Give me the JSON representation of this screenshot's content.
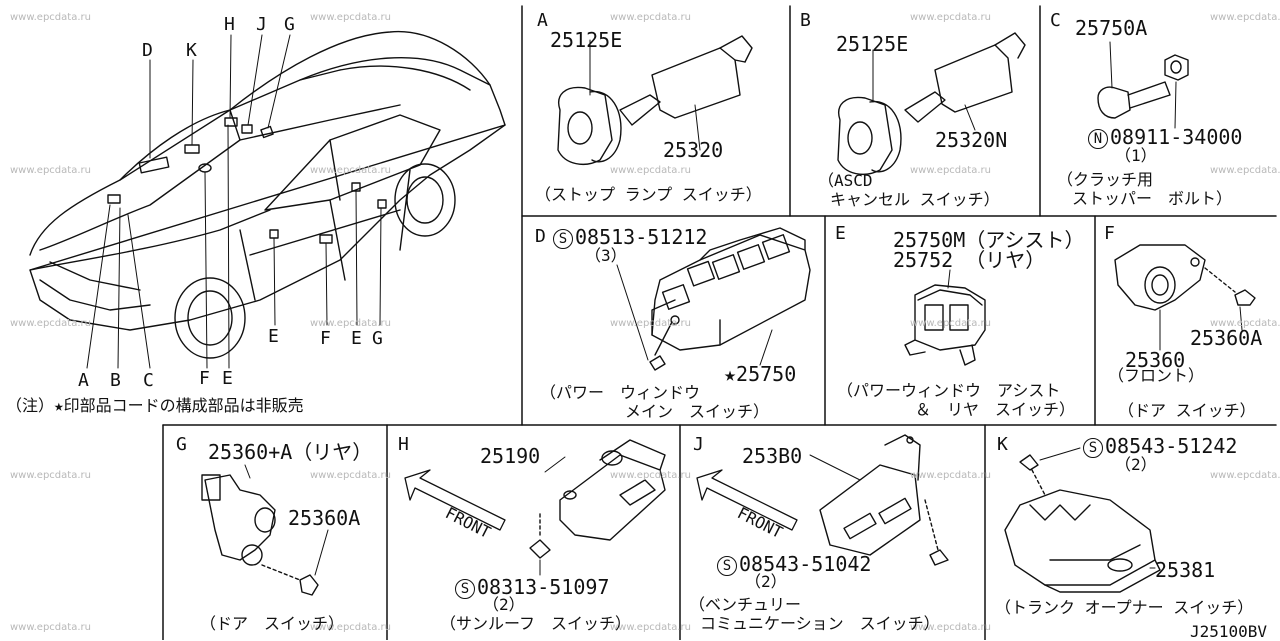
{
  "watermark": "www.epcdata.ru",
  "overview": {
    "callouts": [
      "A",
      "B",
      "C",
      "D",
      "E",
      "E",
      "E",
      "F",
      "F",
      "G",
      "G",
      "H",
      "J",
      "K"
    ],
    "note": "（注）★印部品コードの構成部品は非販売"
  },
  "panels": {
    "A": {
      "letter": "A",
      "part1": "25125E",
      "part2": "25320",
      "caption": "（ストップ ランプ スイッチ）"
    },
    "B": {
      "letter": "B",
      "part1": "25125E",
      "part2": "25320N",
      "caption1": "（ASCD",
      "caption2": "キャンセル スイッチ）"
    },
    "C": {
      "letter": "C",
      "part1": "25750A",
      "part2_prefix": "N",
      "part2": "08911-34000",
      "qty": "（1）",
      "caption1": "（クラッチ用",
      "caption2": "ストッパー　ボルト）"
    },
    "D": {
      "letter": "D",
      "part1_prefix": "S",
      "part1": "08513-51212",
      "qty": "（3）",
      "part2": "★25750",
      "caption1": "（パワー　ウィンドウ",
      "caption2": "メイン　スイッチ）"
    },
    "E": {
      "letter": "E",
      "part1": "25750M（アシスト）",
      "part2": "25752 （リヤ）",
      "caption1": "（パワーウィンドウ　アシスト",
      "caption2": "＆　リヤ　スイッチ）"
    },
    "F": {
      "letter": "F",
      "part1": "25360A",
      "part2": "25360",
      "part3": "（フロント）",
      "caption": "（ドア スイッチ）"
    },
    "G": {
      "letter": "G",
      "part1": "25360+A（リヤ）",
      "part2": "25360A",
      "caption": "（ドア　スイッチ）"
    },
    "H": {
      "letter": "H",
      "part1": "25190",
      "part2_prefix": "S",
      "part2": "08313-51097",
      "qty": "（2）",
      "front": "FRONT",
      "caption": "（サンルーフ　スイッチ）"
    },
    "J": {
      "letter": "J",
      "part1": "253B0",
      "part2_prefix": "S",
      "part2": "08543-51042",
      "qty": "（2）",
      "front": "FRONT",
      "caption1": "（ベンチュリー",
      "caption2": "コミュニケーション　スイッチ）"
    },
    "K": {
      "letter": "K",
      "part1_prefix": "S",
      "part1": "08543-51242",
      "qty": "（2）",
      "part2": "25381",
      "caption": "（トランク オープナー スイッチ）"
    }
  },
  "diagram_id": "J25100BV"
}
